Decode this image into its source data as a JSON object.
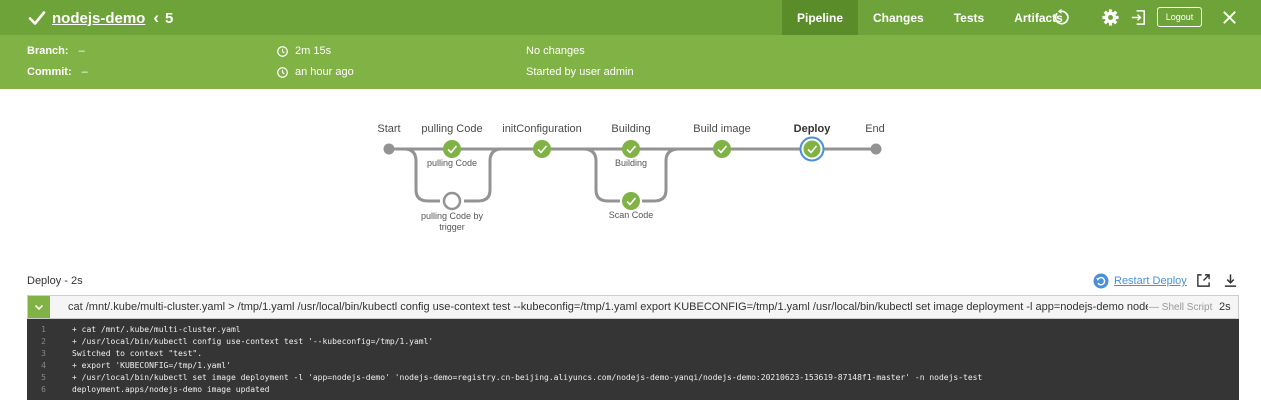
{
  "header": {
    "project": "nodejs-demo",
    "run_separator": "‹",
    "run_number": "5",
    "tabs": [
      {
        "label": "Pipeline",
        "active": true
      },
      {
        "label": "Changes",
        "active": false
      },
      {
        "label": "Tests",
        "active": false
      },
      {
        "label": "Artifacts",
        "active": false
      }
    ],
    "logout_label": "Logout",
    "icons": [
      "replay-icon",
      "gear-icon",
      "exit-icon",
      "close-icon"
    ],
    "bar_color": "#6ea339"
  },
  "info": {
    "branch_label": "Branch:",
    "branch_value": "–",
    "commit_label": "Commit:",
    "commit_value": "–",
    "duration": "2m 15s",
    "started_ago": "an hour ago",
    "changes": "No changes",
    "started_by": "Started by user admin",
    "bar_color": "#80b245"
  },
  "pipeline": {
    "stages": [
      {
        "name": "Start",
        "status": "start"
      },
      {
        "name": "pulling Code",
        "status": "success",
        "branches": [
          {
            "name": "pulling Code",
            "status": "success"
          },
          {
            "name": "pulling Code by trigger",
            "status": "not-built"
          }
        ]
      },
      {
        "name": "initConfiguration",
        "status": "success"
      },
      {
        "name": "Building",
        "status": "success",
        "branches": [
          {
            "name": "Building",
            "status": "success"
          },
          {
            "name": "Scan Code",
            "status": "success"
          }
        ]
      },
      {
        "name": "Build image",
        "status": "success"
      },
      {
        "name": "Deploy",
        "status": "success",
        "selected": true
      },
      {
        "name": "End",
        "status": "end"
      }
    ],
    "success_color": "#80b245",
    "selected_color": "#4a90d9"
  },
  "deploy": {
    "title": "Deploy - 2s",
    "restart_label": "Restart Deploy",
    "step": {
      "command": "cat /mnt/.kube/multi-cluster.yaml > /tmp/1.yaml /usr/local/bin/kubectl config use-context test --kubeconfig=/tmp/1.yaml export KUBECONFIG=/tmp/1.yaml /usr/local/bin/kubectl set image deployment -l app=nodejs-demo nodejs...",
      "type": "— Shell Script",
      "duration": "2s"
    },
    "log": [
      {
        "n": "1",
        "text": "+ cat /mnt/.kube/multi-cluster.yaml"
      },
      {
        "n": "2",
        "text": "+ /usr/local/bin/kubectl config use-context test '--kubeconfig=/tmp/1.yaml'"
      },
      {
        "n": "3",
        "text": "Switched to context \"test\"."
      },
      {
        "n": "4",
        "text": "+ export 'KUBECONFIG=/tmp/1.yaml'"
      },
      {
        "n": "5",
        "text": "+ /usr/local/bin/kubectl set image deployment -l 'app=nodejs-demo' 'nodejs-demo=registry.cn-beijing.aliyuncs.com/nodejs-demo-yanqi/nodejs-demo:20210623-153619-87148f1-master' -n nodejs-test"
      },
      {
        "n": "6",
        "text": "deployment.apps/nodejs-demo image updated"
      }
    ]
  }
}
